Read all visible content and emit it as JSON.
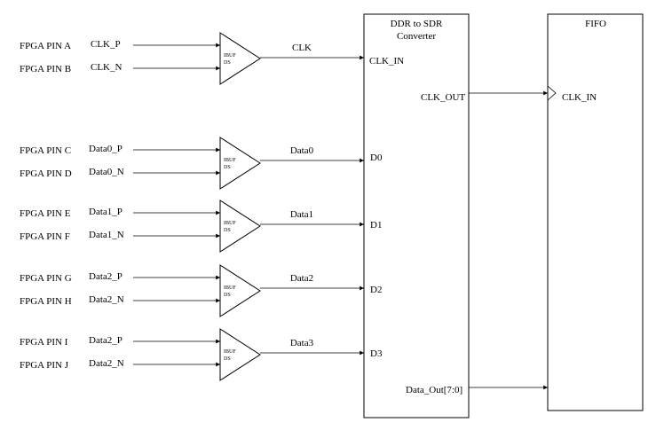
{
  "pins": [
    {
      "pin": "FPGA PIN A",
      "signal": "CLK_P"
    },
    {
      "pin": "FPGA PIN B",
      "signal": "CLK_N"
    },
    {
      "pin": "FPGA PIN C",
      "signal": "Data0_P"
    },
    {
      "pin": "FPGA PIN D",
      "signal": "Data0_N"
    },
    {
      "pin": "FPGA PIN E",
      "signal": "Data1_P"
    },
    {
      "pin": "FPGA PIN F",
      "signal": "Data1_N"
    },
    {
      "pin": "FPGA PIN G",
      "signal": "Data2_P"
    },
    {
      "pin": "FPGA PIN H",
      "signal": "Data2_N"
    },
    {
      "pin": "FPGA PIN I",
      "signal": "Data2_P"
    },
    {
      "pin": "FPGA PIN J",
      "signal": "Data2_N"
    }
  ],
  "buffers": [
    {
      "label_top": "IBUF",
      "label_bottom": "DS",
      "output": "CLK",
      "port": "CLK_IN"
    },
    {
      "label_top": "IBUF",
      "label_bottom": "DS",
      "output": "Data0",
      "port": "D0"
    },
    {
      "label_top": "IBUF",
      "label_bottom": "DS",
      "output": "Data1",
      "port": "D1"
    },
    {
      "label_top": "IBUF",
      "label_bottom": "DS",
      "output": "Data2",
      "port": "D2"
    },
    {
      "label_top": "IBUF",
      "label_bottom": "DS",
      "output": "Data3",
      "port": "D3"
    }
  ],
  "converter": {
    "title_line1": "DDR to SDR",
    "title_line2": "Converter",
    "clk_out": "CLK_OUT",
    "data_out": "Data_Out[7:0]"
  },
  "fifo": {
    "title": "FIFO",
    "clk_in": "CLK_IN"
  }
}
